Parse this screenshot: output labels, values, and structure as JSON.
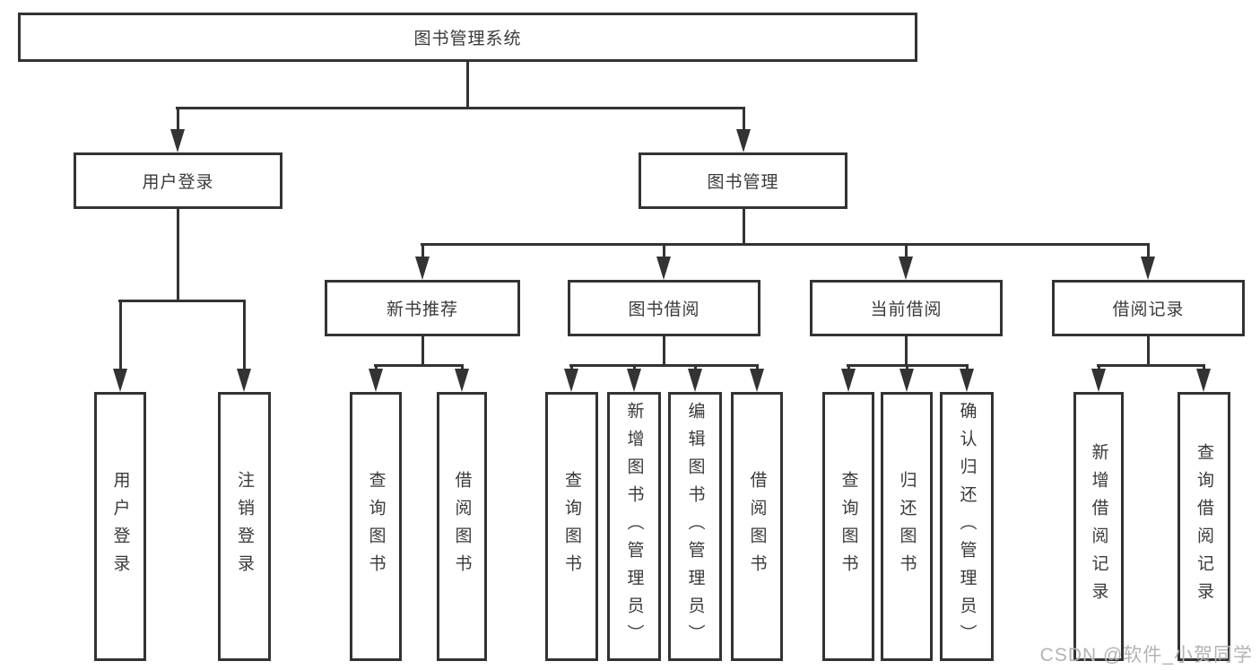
{
  "colors": {
    "line": "#333333",
    "text": "#3a3a3a",
    "box_fill": "#ffffff",
    "background": "#ffffff",
    "watermark": "#b3b3b3"
  },
  "watermark": "CSDN @软件_小贺同学",
  "diagram": {
    "title": "图书管理系统",
    "level2": {
      "user_login": "用户登录",
      "book_mgmt": "图书管理"
    },
    "level3": {
      "new_books": "新书推荐",
      "borrow": "图书借阅",
      "current": "当前借阅",
      "records": "借阅记录"
    },
    "leaves": {
      "user_login": [
        "用户登录",
        "注销登录"
      ],
      "new_books": [
        "查询图书",
        "借阅图书"
      ],
      "borrow": [
        "查询图书",
        "新增图书（管理员）",
        "编辑图书（管理员）",
        "借阅图书"
      ],
      "current": [
        "查询图书",
        "归还图书",
        "确认归还（管理员）"
      ],
      "records": [
        "新增借阅记录",
        "查询借阅记录"
      ]
    }
  }
}
